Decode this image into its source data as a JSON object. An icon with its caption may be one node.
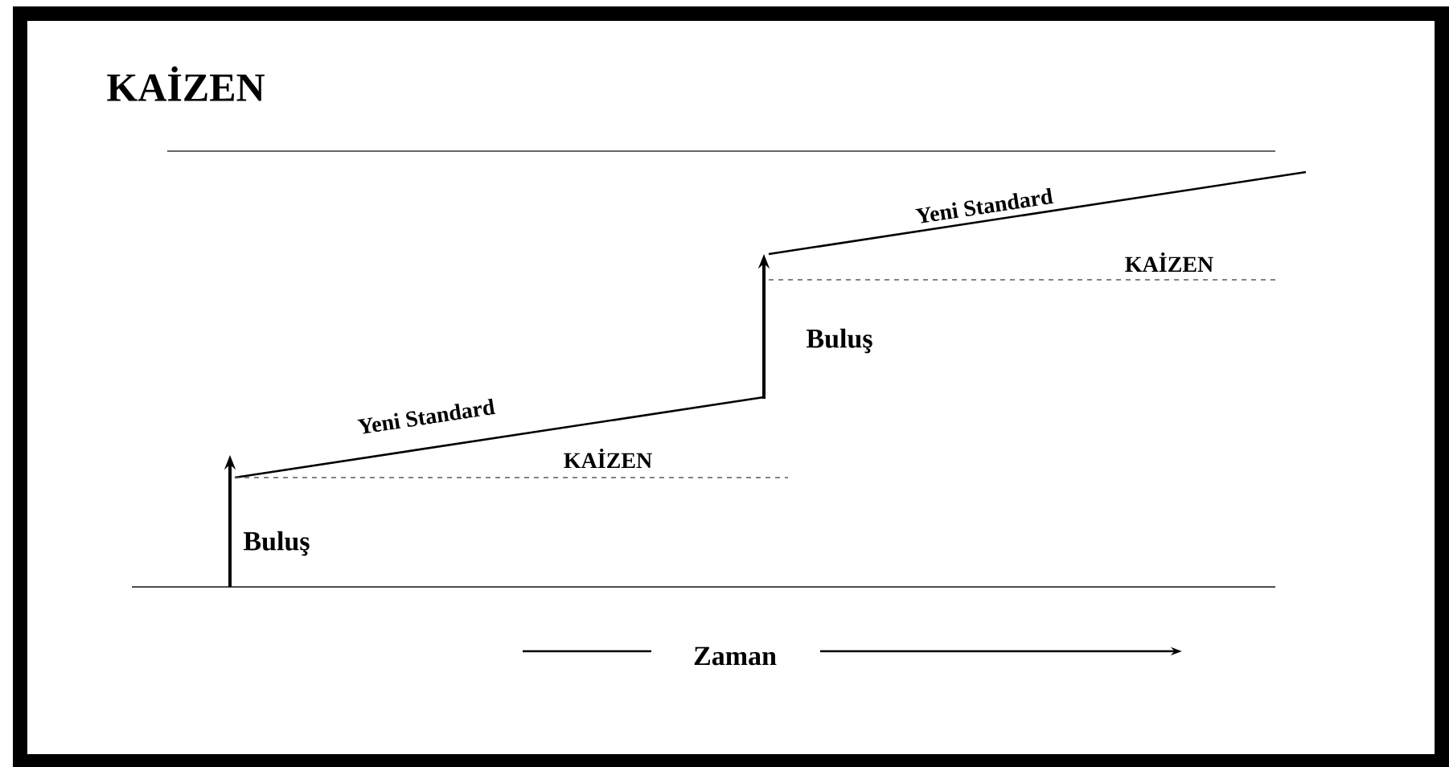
{
  "diagram": {
    "title": "KAİZEN",
    "labels": [
      "Yeni Standard",
      "KAİZEN",
      "Buluş",
      "Yeni Standard",
      "KAİZEN",
      "Buluş",
      "Zaman"
    ]
  }
}
